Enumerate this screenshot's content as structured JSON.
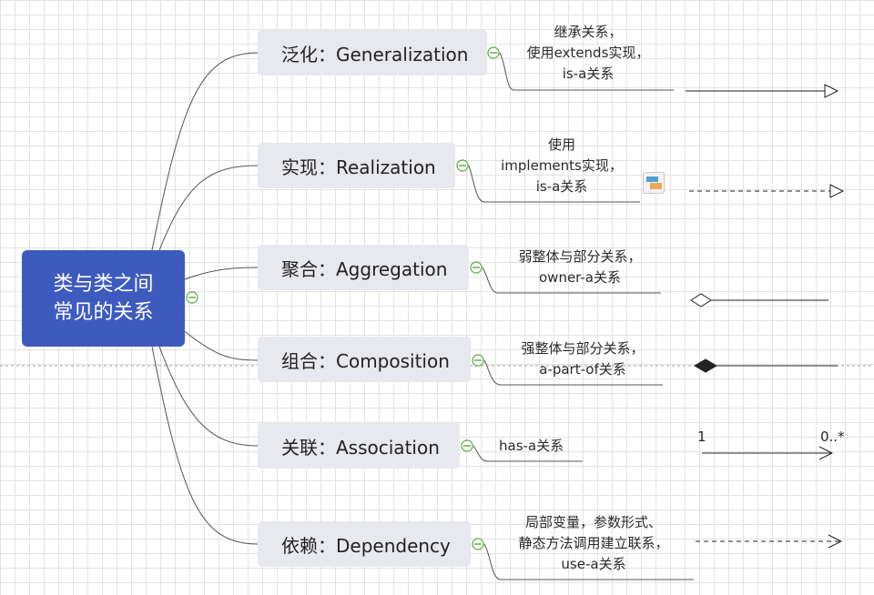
{
  "root": {
    "line1": "类与类之间",
    "line2": "常见的关系"
  },
  "relations": [
    {
      "label": "泛化：Generalization",
      "note": [
        "继承关系，",
        "使用extends实现，",
        "is-a关系"
      ],
      "arrow": "solid-hollow-triangle"
    },
    {
      "label": "实现：Realization",
      "note": [
        "使用",
        "implements实现，",
        "is-a关系"
      ],
      "arrow": "dashed-hollow-triangle"
    },
    {
      "label": "聚合：Aggregation",
      "note": [
        "弱整体与部分关系，",
        "owner-a关系"
      ],
      "arrow": "hollow-diamond"
    },
    {
      "label": "组合：Composition",
      "note": [
        "强整体与部分关系，",
        "a-part-of关系"
      ],
      "arrow": "filled-diamond"
    },
    {
      "label": "关联：Association",
      "note": [
        "has-a关系"
      ],
      "arrow": "solid-open-arrow"
    },
    {
      "label": "依赖：Dependency",
      "note": [
        "局部变量，参数形式、",
        "静态方法调用建立联系，",
        "use-a关系"
      ],
      "arrow": "dashed-open-arrow"
    }
  ],
  "association_multiplicity": {
    "left": "1",
    "right": "0..*"
  },
  "icons": {
    "toggle": "collapse-minus-icon",
    "note_attachment": "note-image-icon"
  },
  "colors": {
    "root_bg": "#3d5bbf",
    "node_bg": "#e8e9ee",
    "toggle": "#5aa83c",
    "grid": "#e3e3e3"
  }
}
